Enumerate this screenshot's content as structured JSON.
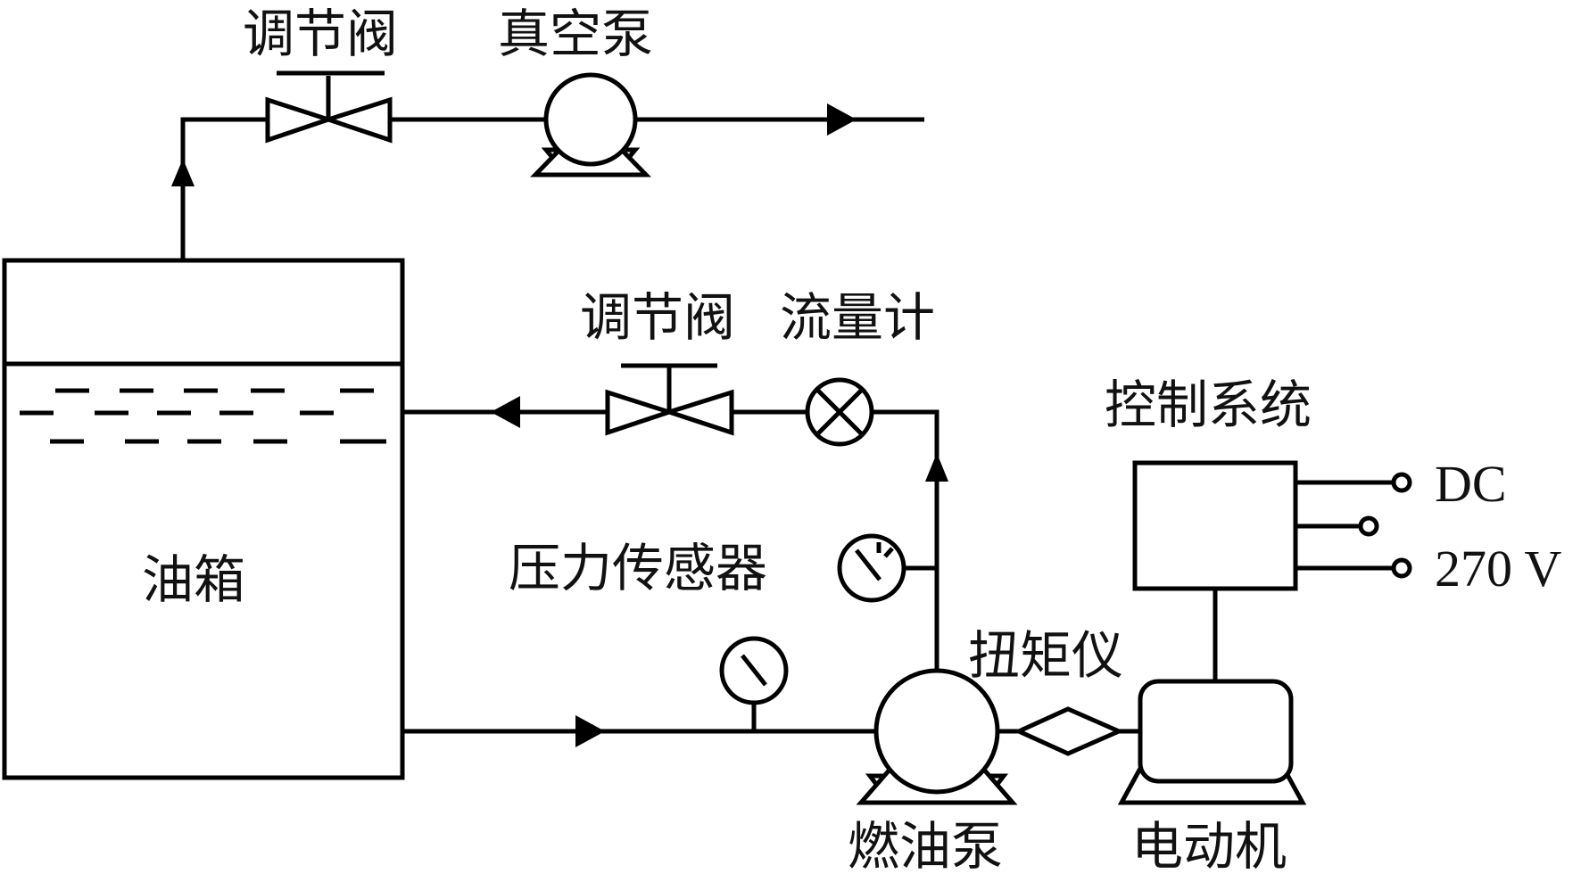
{
  "labels": {
    "valve_top": "调节阀",
    "vacuum_pump": "真空泵",
    "valve_mid": "调节阀",
    "flowmeter": "流量计",
    "control_system": "控制系统",
    "dc": "DC",
    "voltage": "270 V",
    "pressure_sensor": "压力传感器",
    "oil_tank": "油箱",
    "torque_meter": "扭矩仪",
    "fuel_pump": "燃油泵",
    "motor": "电动机"
  }
}
